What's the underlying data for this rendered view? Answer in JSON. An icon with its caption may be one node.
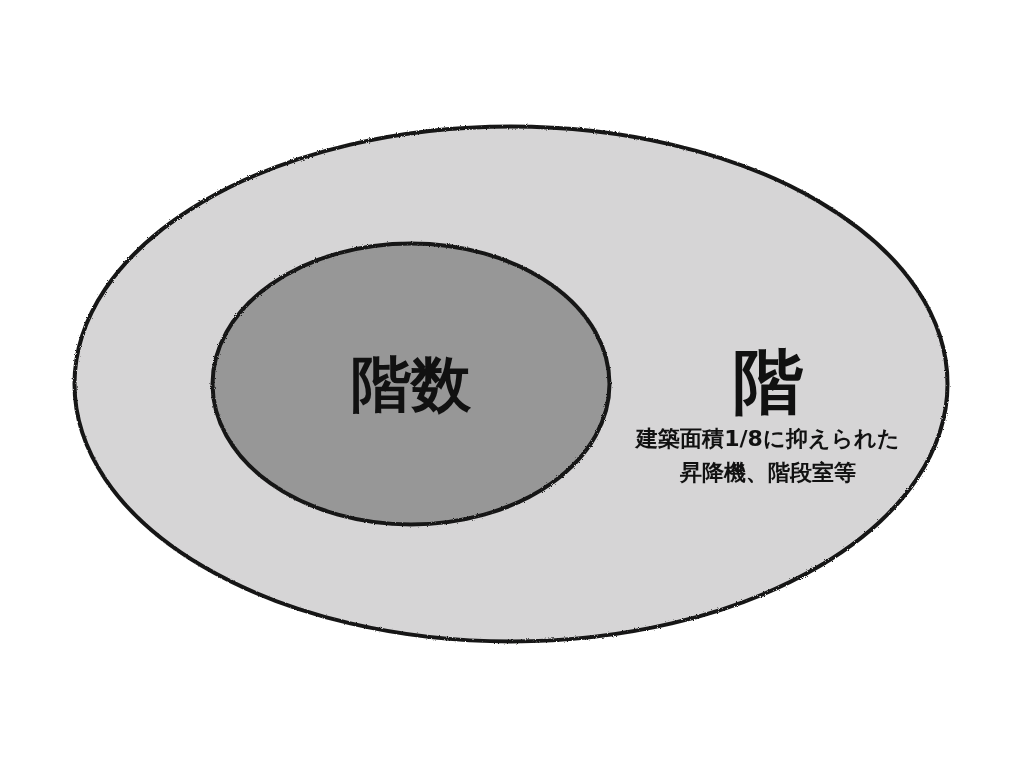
{
  "diagram": {
    "nodes": [
      {
        "text": [
          "階",
          "建築面積1/8に抑えられた昇降機、階段室等"
        ]
      },
      {
        "text": [
          "階数"
        ],
        "in": 0
      }
    ]
  }
}
